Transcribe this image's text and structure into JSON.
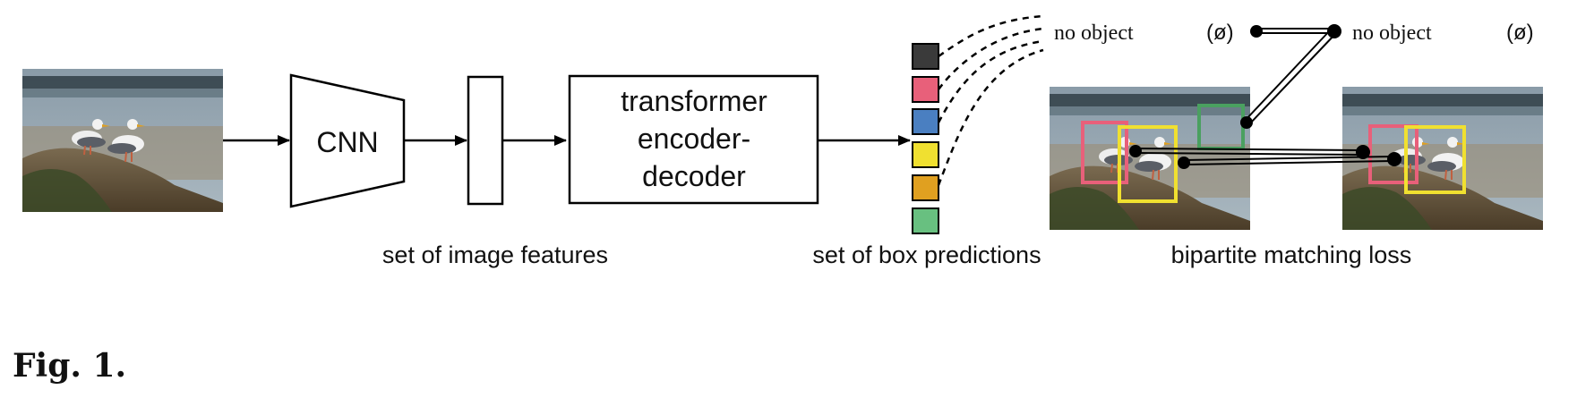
{
  "nodes": {
    "cnn": "CNN",
    "transformer": [
      "transformer",
      "encoder-",
      "decoder"
    ]
  },
  "captions": {
    "image_features": "set of image features",
    "box_predictions": "set of box predictions",
    "matching_loss": "bipartite matching loss"
  },
  "no_object": {
    "pred_label": "no object",
    "pred_symbol": "(ø)",
    "gt_label": "no object",
    "gt_symbol": "(ø)"
  },
  "figure_label": "Fig. 1.",
  "colors": {
    "box_dark": "#3a3a3a",
    "box_pink": "#e8607a",
    "box_blue": "#4a7fc1",
    "box_yellow": "#f0e030",
    "box_orange": "#e0a020",
    "box_green": "#68c080",
    "bbox_red": "#e8607a",
    "bbox_yellow": "#f0e030",
    "bbox_green": "#4aa060"
  },
  "icons": {
    "photo": "seagull-photo",
    "prediction_boxes": "colored-squares"
  }
}
